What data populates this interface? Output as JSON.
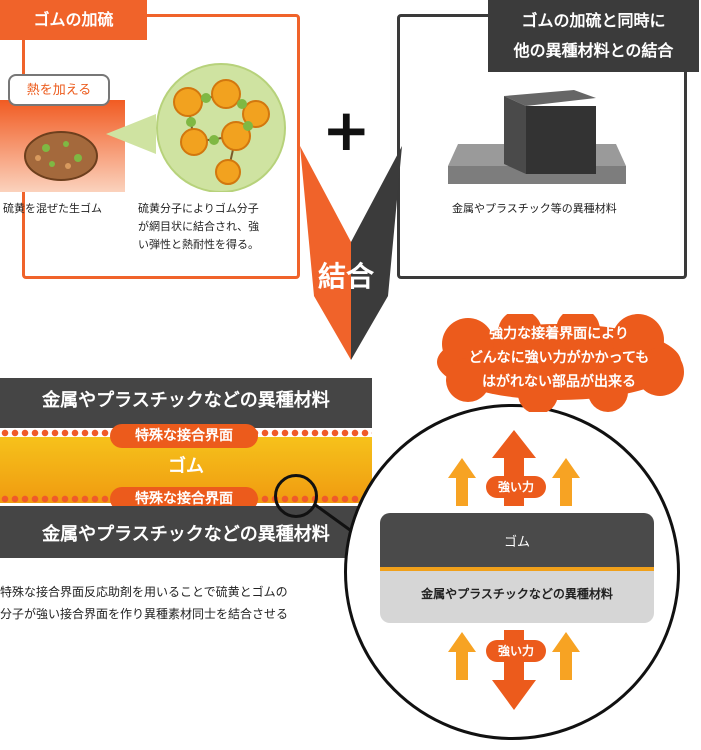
{
  "top_left": {
    "tag": "ゴムの加硫",
    "bubble": "熱を加える",
    "caption_raw": "硫黄を混ぜた生ゴム",
    "caption_molecule": [
      "硫黄分子によりゴム分子",
      "が網目状に結合され、強",
      "い弾性と熱耐性を得る。"
    ]
  },
  "top_right": {
    "tag": [
      "ゴムの加硫と同時に",
      "他の異種材料との結合"
    ],
    "caption": "金属やプラスチック等の異種材料"
  },
  "center_label": "結合",
  "layers": {
    "top_band": "金属やプラスチックなどの異種材料",
    "interface_top": "特殊な接合界面",
    "rubber": "ゴム",
    "interface_bottom": "特殊な接合界面",
    "bottom_band": "金属やプラスチックなどの異種材料"
  },
  "description": [
    "特殊な接合界面反応助剤を用いることで硫黄とゴムの",
    "分子が強い接合界面を作り異種素材同士を結合させる"
  ],
  "cloud": [
    "強力な接着界面により",
    "どんなに強い力がかかっても",
    "はがれない部品が出来る"
  ],
  "detail": {
    "rubber_label": "ゴム",
    "material_label": "金属やプラスチックなどの異種材料",
    "force_top": "強い力",
    "force_bottom": "強い力"
  },
  "colors": {
    "orange": "#f0632a",
    "dark": "#3b3b3b",
    "yellow": "#f6c21b"
  }
}
